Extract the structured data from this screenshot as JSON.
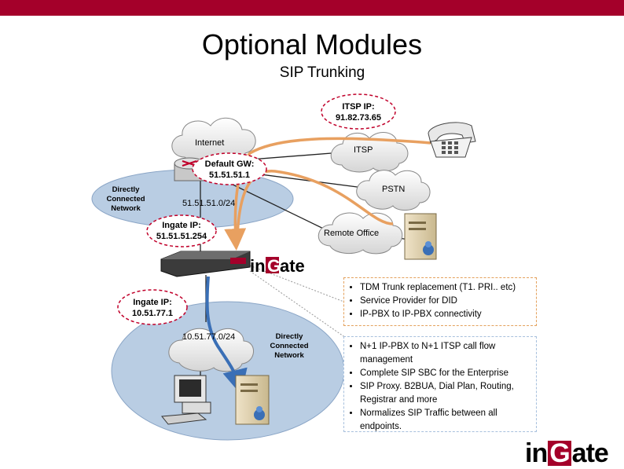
{
  "header": {
    "bar_color": "#a4002a"
  },
  "slide": {
    "title": "Optional Modules",
    "subtitle": "SIP Trunking"
  },
  "diagram": {
    "clouds": {
      "internet": "Internet",
      "itsp": "ITSP",
      "pstn": "PSTN",
      "remote_office": "Remote Office",
      "lan_subnet": "10.51.77.0/24"
    },
    "callouts": {
      "itsp_ip": [
        "ITSP IP:",
        "91.82.73.65"
      ],
      "default_gw": [
        "Default GW:",
        "51.51.51.1"
      ],
      "ingate_ip_public": [
        "Ingate IP:",
        "51.51.51.254"
      ],
      "ingate_ip_lan": [
        "Ingate IP:",
        "10.51.77.1"
      ]
    },
    "labels": {
      "wan_subnet": "51.51.51.0/24",
      "dmz_zone": [
        "Directly",
        "Connected",
        "Network"
      ],
      "lan_zone": [
        "Directly",
        "Connected",
        "Network"
      ],
      "device_logo": "in G ate"
    },
    "colors": {
      "orange_call": "#e8a060",
      "blue_call": "#3a6fb6",
      "zone": "#b9cde3"
    }
  },
  "features_box1": [
    "TDM Trunk replacement (T1. PRI.. etc)",
    "Service Provider for DID",
    "IP-PBX to IP-PBX connectivity"
  ],
  "features_box2": [
    "N+1 IP-PBX to N+1 ITSP call flow management",
    "Complete SIP SBC for the Enterprise",
    "SIP Proxy. B2BUA, Dial Plan, Routing, Registrar and more",
    "Normalizes SIP Traffic between all endpoints."
  ],
  "footer_logo": {
    "pre": "in",
    "g": "G",
    "post": "ate"
  }
}
